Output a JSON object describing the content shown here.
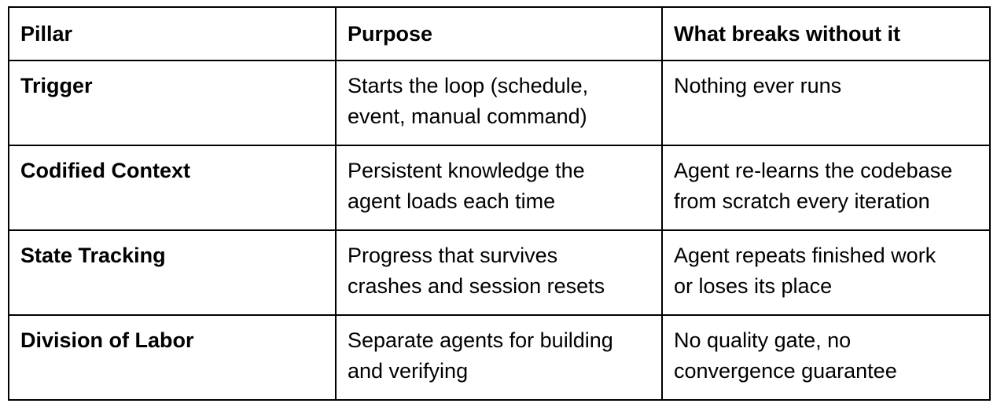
{
  "table": {
    "headers": [
      "Pillar",
      "Purpose",
      "What breaks without it"
    ],
    "rows": [
      {
        "pillar": "Trigger",
        "purpose": [
          "Starts the loop (schedule,",
          "event, manual command)"
        ],
        "breaks": [
          "Nothing ever runs"
        ]
      },
      {
        "pillar": "Codified Context",
        "purpose": [
          "Persistent knowledge the",
          "agent loads each time"
        ],
        "breaks": [
          "Agent re-learns the codebase",
          "from scratch every iteration"
        ]
      },
      {
        "pillar": "State Tracking",
        "purpose": [
          "Progress that survives",
          "crashes and session resets"
        ],
        "breaks": [
          "Agent repeats finished work",
          "or loses its place"
        ]
      },
      {
        "pillar": "Division of Labor",
        "purpose": [
          "Separate agents for building",
          "and verifying"
        ],
        "breaks": [
          "No quality gate, no",
          "convergence guarantee"
        ]
      }
    ]
  }
}
